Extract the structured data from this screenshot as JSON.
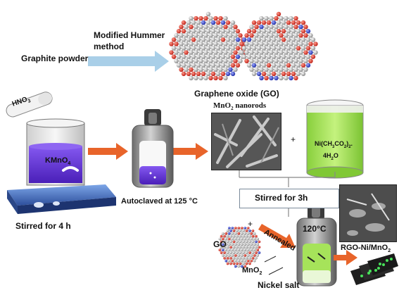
{
  "labels": {
    "modified_hummer": "Modified Hummer\nmethod",
    "graphite_powder": "Graphite powder",
    "graphene_oxide": "Graphene oxide (GO)",
    "hno3": "HNO",
    "hno3_sub": "3",
    "kmno4": "KMnO",
    "kmno4_sub": "4",
    "stirred_4h": "Stirred for 4 h",
    "autoclaved": "Autoclaved at 125 °C",
    "mno2_nanorods": "MnO",
    "mno2_nanorods_sub": "2",
    "mno2_nanorods_tail": " nanorods",
    "plus_top": "+",
    "ni_salt_formula_1": "Ni(CH",
    "ni_salt_formula_2": "CO",
    "ni_salt_formula_3": ")",
    "ni_salt_formula_4": "4H",
    "ni_salt_formula_5": "O",
    "stirred_3h": "Stirred for 3h",
    "plus_go": "+",
    "go": "GO",
    "annealed": "Annealed",
    "temp_120": "120°C",
    "mno2_small": "MnO",
    "mno2_small_sub": "2",
    "nickel_salt": "Nickel salt",
    "rgo_ni_mno2": "RGO-Ni/MnO",
    "rgo_ni_mno2_sub": "2"
  },
  "colors": {
    "arrow_orange": "#e8642a",
    "arrow_blue": "#a9cfe8",
    "solution_purple": "#6a3bd8",
    "solution_green": "#a6e35a",
    "autoclave_grey": "#8f8f8f"
  }
}
